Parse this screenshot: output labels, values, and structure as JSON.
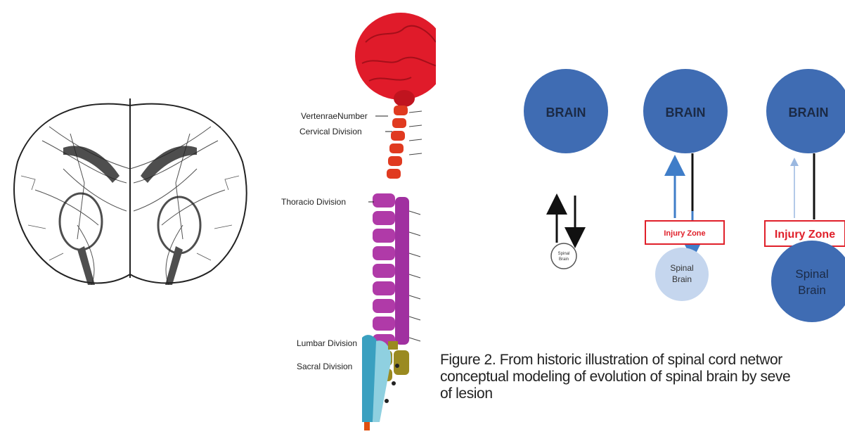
{
  "spine_labels": {
    "vertebrae": "VertenraeNumber",
    "cervical": "Cervical Division",
    "thoracic": "Thoracio Division",
    "lumbar": "Lumbar Division",
    "sacral": "Sacral Division"
  },
  "model": {
    "brain_label": "BRAIN",
    "spinal_brain_label_line1": "Spinal",
    "spinal_brain_label_line2": "Brain",
    "injury_zone_label": "Injury Zone"
  },
  "caption": {
    "line1": "Figure 2. From historic illustration of spinal cord networ",
    "line2": "conceptual modeling of evolution of spinal brain by seve",
    "line3": "of lesion"
  },
  "colors": {
    "brain_fill": "#3f6cb3",
    "spinal_light": "#c5d6ee",
    "injury_red": "#e0202a",
    "arrow_blue": "#3f7dc8",
    "cervical": "#e03a20",
    "thoracic": "#b03aa8",
    "lumbar": "#9a8a20",
    "brain_red": "#e01b2a"
  }
}
